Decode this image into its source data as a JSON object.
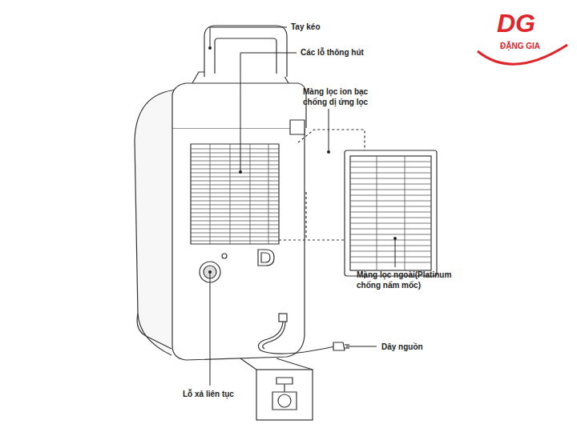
{
  "diagram": {
    "labels": [
      "Tay kéo",
      "Các lỗ thông hút",
      "Màng lọc ion bạc chống dị ứng lọc",
      "Màng lọc ngoài(Platinum chống nấm mốc)",
      "Dây nguồn",
      "Lỗ xả liên tục",
      "DG",
      "ĐẶNG GIA"
    ]
  }
}
